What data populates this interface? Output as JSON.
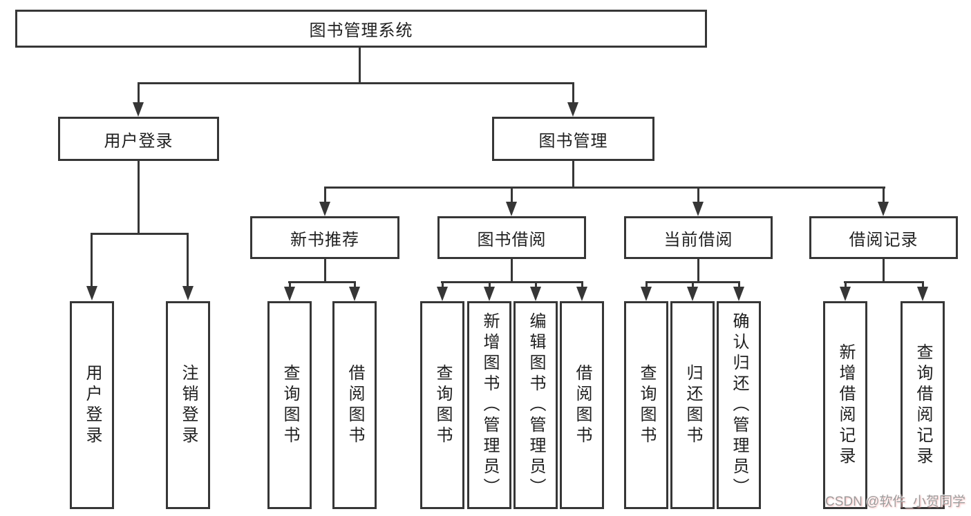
{
  "meta": {
    "background_color": "#ffffff",
    "line_color": "#363636",
    "text_color": "#1f1f1f"
  },
  "watermark": {
    "text": "CSDN @软件_小贺同学",
    "color": "#9c9c9c"
  },
  "nodes": {
    "root": {
      "label": "图书管理系统"
    },
    "level2": [
      {
        "label": "用户登录"
      },
      {
        "label": "图书管理"
      }
    ],
    "level3": [
      {
        "label": "新书推荐",
        "parent": "图书管理"
      },
      {
        "label": "图书借阅",
        "parent": "图书管理"
      },
      {
        "label": "当前借阅",
        "parent": "图书管理"
      },
      {
        "label": "借阅记录",
        "parent": "图书管理"
      }
    ],
    "level4": [
      {
        "label": "用户登录",
        "parent": "用户登录"
      },
      {
        "label": "注销登录",
        "parent": "用户登录"
      },
      {
        "label": "查询图书",
        "parent": "新书推荐"
      },
      {
        "label": "借阅图书",
        "parent": "新书推荐"
      },
      {
        "label": "查询图书",
        "parent": "图书借阅"
      },
      {
        "label": "新增图书（管理员）",
        "parent": "图书借阅"
      },
      {
        "label": "编辑图书（管理员）",
        "parent": "图书借阅"
      },
      {
        "label": "借阅图书",
        "parent": "图书借阅"
      },
      {
        "label": "查询图书",
        "parent": "当前借阅"
      },
      {
        "label": "归还图书",
        "parent": "当前借阅"
      },
      {
        "label": "确认归还（管理员）",
        "parent": "当前借阅"
      },
      {
        "label": "新增借阅记录",
        "parent": "借阅记录"
      },
      {
        "label": "查询借阅记录",
        "parent": "借阅记录"
      }
    ]
  }
}
